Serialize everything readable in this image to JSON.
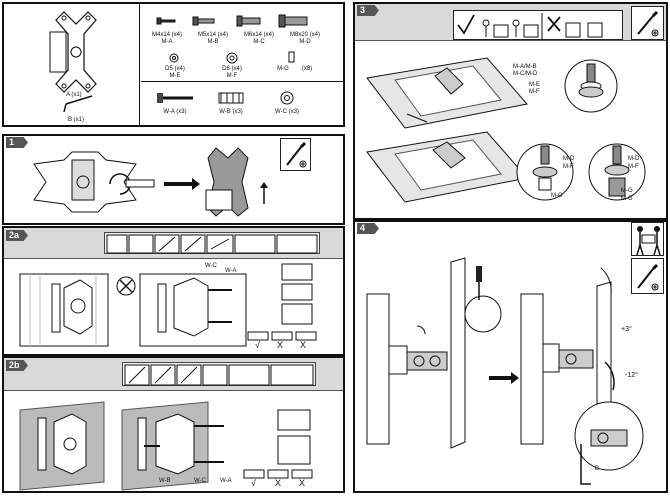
{
  "parts": {
    "a_label": "A (x1)",
    "b_label": "B (x1)",
    "screws": [
      {
        "size": "M4x14 (x4)",
        "code": "M-A"
      },
      {
        "size": "M5x14 (x4)",
        "code": "M-B"
      },
      {
        "size": "M6x14 (x4)",
        "code": "M-C"
      },
      {
        "size": "M8x20 (x4)",
        "code": "M-D"
      }
    ],
    "washers": [
      {
        "size": "D5 (x4)",
        "code": "M-E"
      },
      {
        "size": "D8 (x4)",
        "code": "M-F"
      },
      {
        "size": "(x8)",
        "code": "M-G"
      }
    ],
    "wall_parts": [
      {
        "label": "W-A (x3)"
      },
      {
        "label": "W-B (x3)"
      },
      {
        "label": "W-C (x3)"
      }
    ]
  },
  "steps": {
    "s1": "1",
    "s2a": "2a",
    "s2b": "2b",
    "s3": "3",
    "s4": "4"
  },
  "step2a": {
    "wc": "W-C",
    "wa": "W-A"
  },
  "step2b": {
    "wb": "W-B",
    "wc": "W-C",
    "wa": "W-A"
  },
  "step3": {
    "callout1": [
      "M-A/M-B",
      "M-C/M-D",
      "M-E",
      "M-F"
    ],
    "callout2": [
      "M-D",
      "M-F",
      "M-G"
    ],
    "callout3": [
      "M-D",
      "M-F",
      "M-G",
      "M-G"
    ]
  },
  "step4": {
    "tilt_up": "+3°",
    "tilt_down": "-12°",
    "b_label": "B"
  },
  "check_marks": {
    "ok": "√",
    "x1": "X",
    "x2": "X"
  }
}
